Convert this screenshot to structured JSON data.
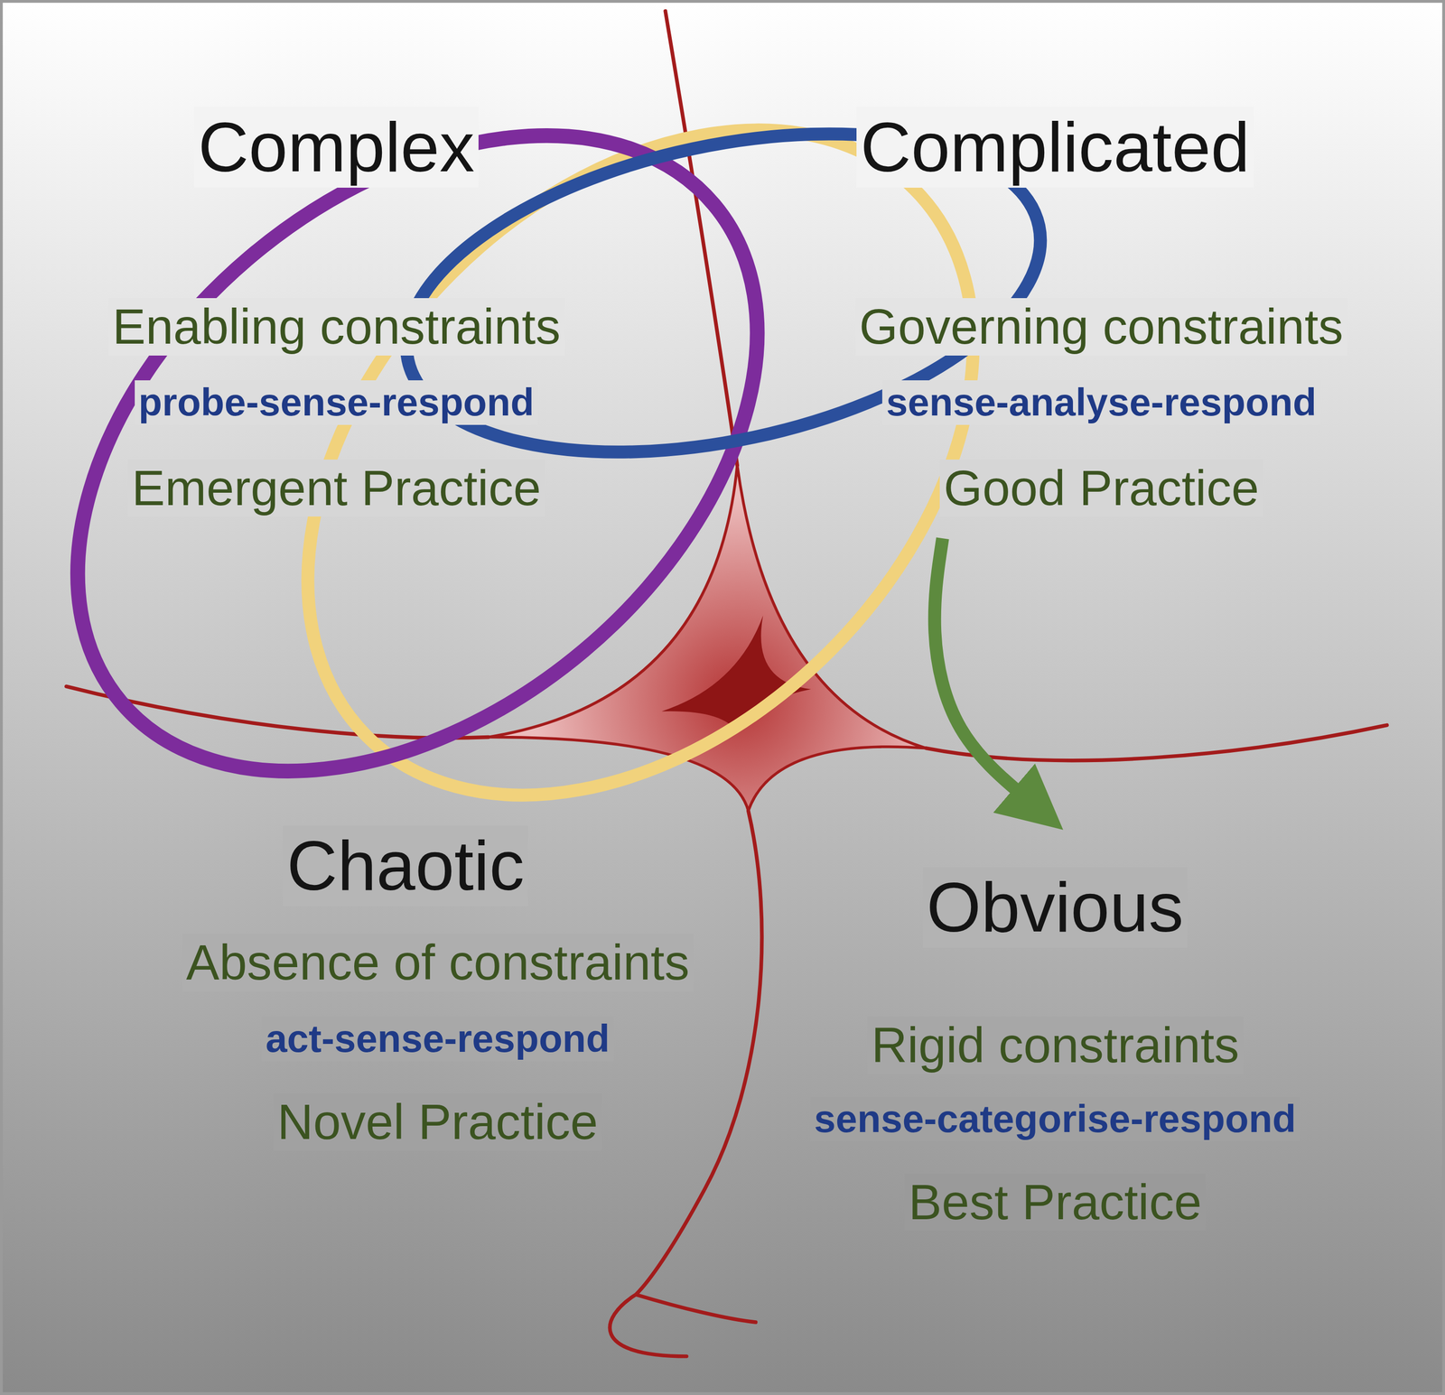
{
  "diagram": {
    "nodes": [
      {
        "text": [
          "Complex",
          "Enabling constraints",
          "probe-sense-respond",
          "Emergent Practice"
        ]
      },
      {
        "text": [
          "Complicated",
          "Governing constraints",
          "sense-analyse-respond",
          "Good Practice"
        ]
      },
      {
        "text": [
          "Chaotic",
          "Absence of constraints",
          "act-sense-respond",
          "Novel Practice"
        ]
      },
      {
        "text": [
          "Obvious",
          "Rigid constraints",
          "sense-categorise-respond",
          "Best Practice"
        ]
      }
    ],
    "edges": [
      {
        "from": 1,
        "to": 3,
        "arrow": "to"
      }
    ]
  }
}
